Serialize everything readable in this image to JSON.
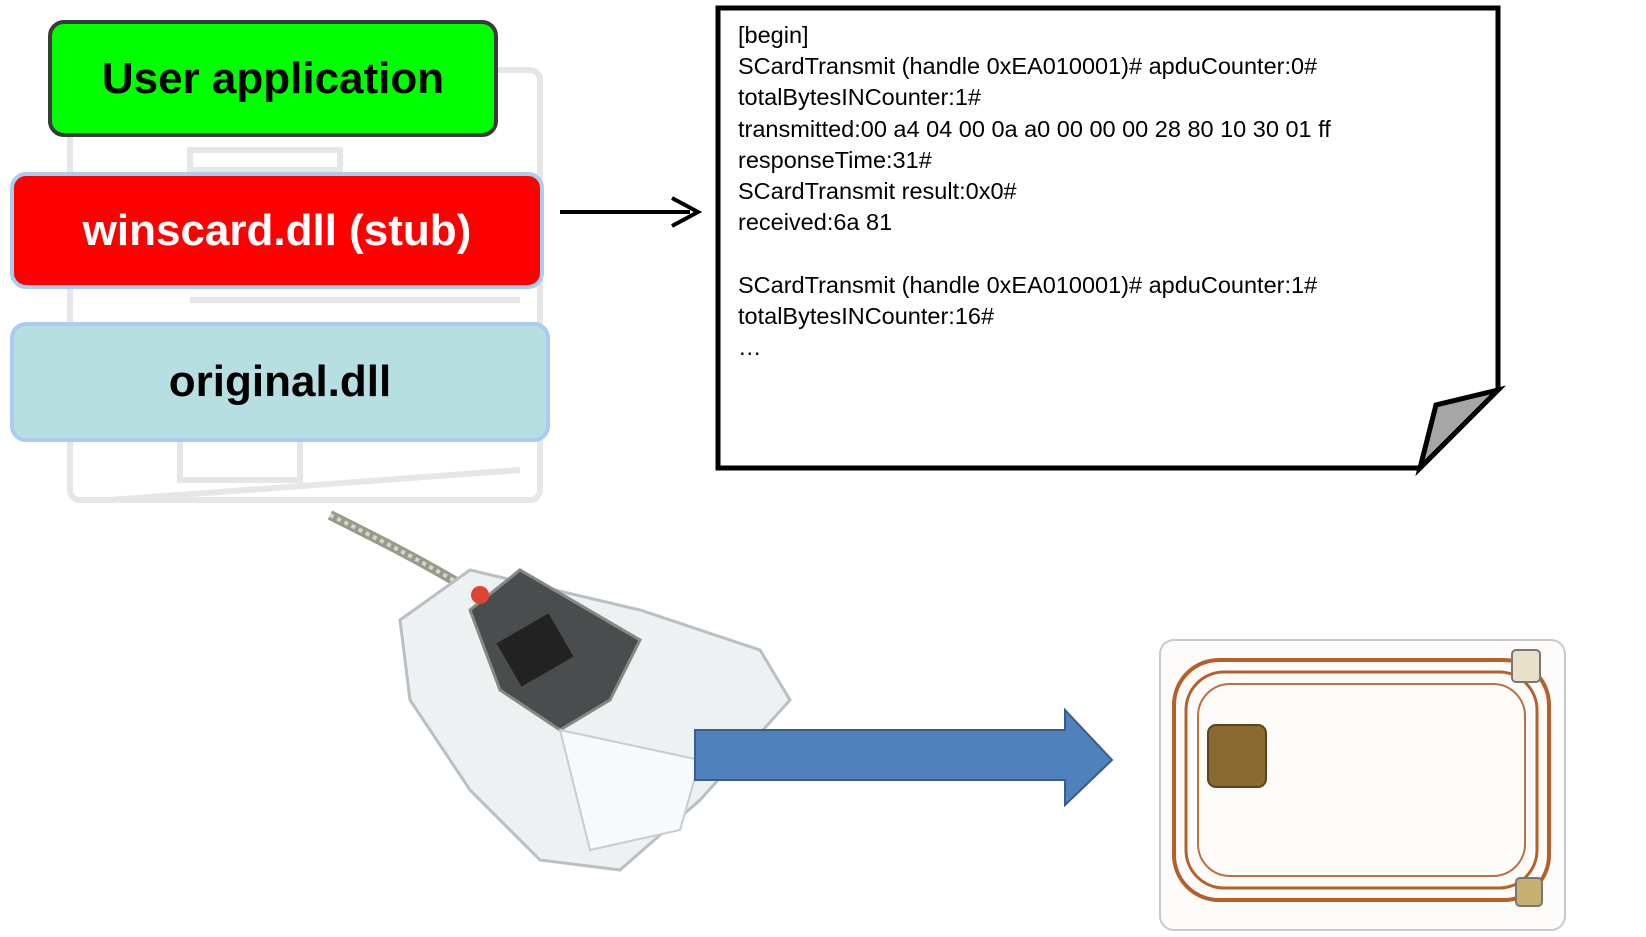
{
  "layers": {
    "user_app": "User application",
    "stub": "winscard.dll (stub)",
    "original": "original.dll"
  },
  "log": {
    "lines": [
      "[begin]",
      "SCardTransmit (handle 0xEA010001)# apduCounter:0#",
      "totalBytesINCounter:1#",
      "transmitted:00 a4 04 00 0a a0 00 00 00 28 80 10 30 01 ff",
      "responseTime:31#",
      "SCardTransmit result:0x0#",
      "received:6a 81",
      "",
      "SCardTransmit (handle 0xEA010001)# apduCounter:1#",
      "totalBytesINCounter:16#",
      "…"
    ]
  },
  "colors": {
    "user_app": "#00ff00",
    "stub": "#ff0000",
    "original": "#b7dfe2",
    "big_arrow": "#4f81bd",
    "coil": "#b5602a"
  }
}
